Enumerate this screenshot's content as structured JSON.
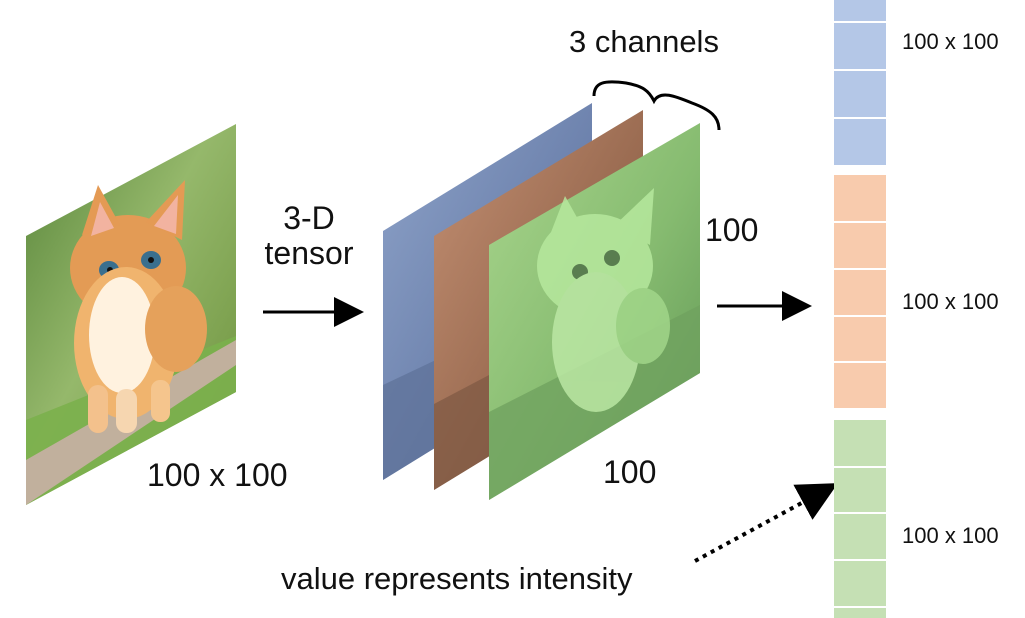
{
  "labels": {
    "input_size": "100 x 100",
    "tensor_line1": "3-D",
    "tensor_line2": "tensor",
    "channels": "3 channels",
    "height": "100",
    "width": "100",
    "intensity": "value represents intensity"
  },
  "vector_segments": [
    {
      "label": "100 x 100",
      "color": "#b4c7e7",
      "rows": 4
    },
    {
      "label": "100 x 100",
      "color": "#f8cbad",
      "rows": 5
    },
    {
      "label": "100 x 100",
      "color": "#c5e0b4",
      "rows": 5
    }
  ],
  "colors": {
    "red_channel": "#f4b183",
    "green_channel": "#a9d18e",
    "blue_channel": "#8faadc",
    "arrow": "#000000"
  }
}
